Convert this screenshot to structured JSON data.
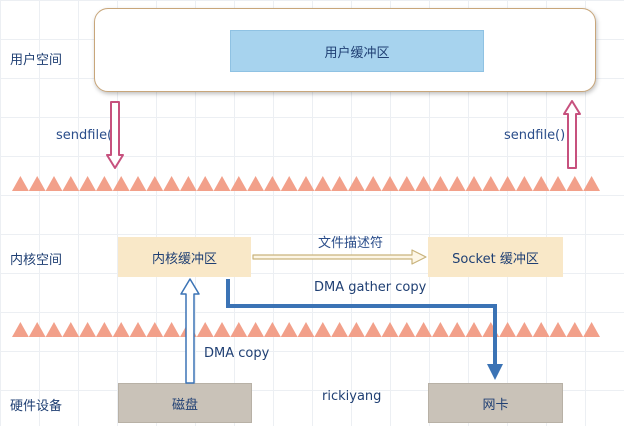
{
  "layers": {
    "user_space": "用户空间",
    "kernel_space": "内核空间",
    "hardware": "硬件设备"
  },
  "boxes": {
    "user_buffer": "用户缓冲区",
    "kernel_buffer": "内核缓冲区",
    "socket_buffer": "Socket 缓冲区",
    "disk": "磁盘",
    "nic": "网卡"
  },
  "labels": {
    "sendfile_left": "sendfile()",
    "sendfile_right": "sendfile()",
    "file_descriptor": "文件描述符",
    "dma_gather_copy": "DMA  gather copy",
    "dma_copy": "DMA copy",
    "author": "rickiyang"
  },
  "colors": {
    "label_text": "#1f3f73",
    "user_buffer_fill": "#a7d3ee",
    "kernel_box_fill": "#f9e8c8",
    "hardware_box_fill": "#c9c2b8",
    "boundary_triangles": "#f2a08a",
    "sendfile_arrow": "#c7517e",
    "gather_copy_arrow": "#3b73b5"
  }
}
